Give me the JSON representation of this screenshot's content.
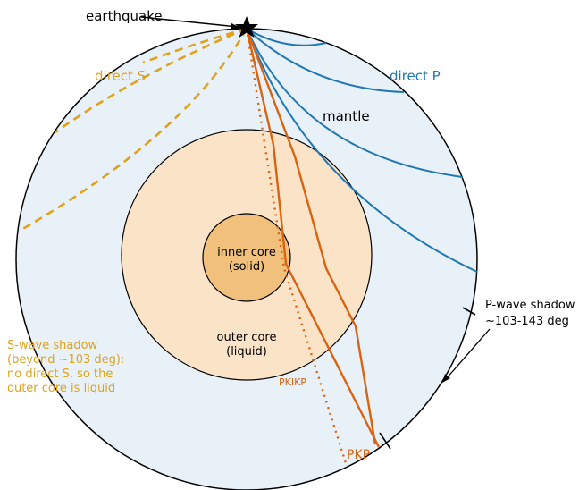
{
  "labels": {
    "earthquake": "earthquake",
    "direct_s": "direct S",
    "direct_p": "direct P",
    "mantle": "mantle",
    "inner_core_1": "inner core",
    "inner_core_2": "(solid)",
    "outer_core_1": "outer core",
    "outer_core_2": "(liquid)",
    "pkikp": "PKIKP",
    "pkp": "PKP",
    "p_shadow_1": "P-wave shadow",
    "p_shadow_2": "~103-143 deg",
    "s_shadow_1": "S-wave shadow",
    "s_shadow_2": "(beyond ~103 deg):",
    "s_shadow_3": "no direct S, so the",
    "s_shadow_4": "outer core is liquid"
  },
  "colors": {
    "mantle_fill": "#e8f0f8",
    "outer_core_fill": "#fbe3c8",
    "inner_core_fill": "#f0c07c",
    "p_wave": "#1f77b4",
    "s_wave": "#e0a21c",
    "core_wave": "#d9630f",
    "outline": "#000000"
  },
  "icons": {
    "epicenter": "star-icon"
  }
}
